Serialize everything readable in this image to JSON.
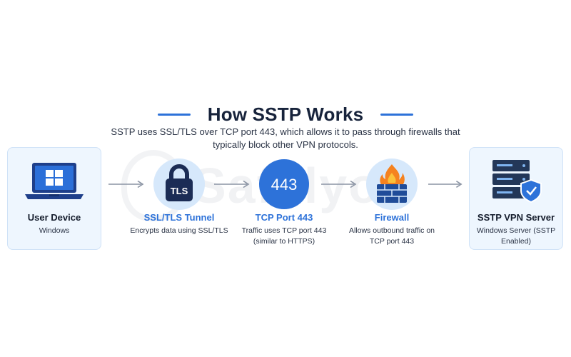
{
  "header": {
    "title": "How SSTP Works",
    "subtitle": "SSTP uses SSL/TLS over TCP port 443, which allows it to pass through firewalls that typically block other VPN protocols.",
    "accent_color": "#2d72d9"
  },
  "watermark": {
    "text": "Safelyo"
  },
  "nodes": [
    {
      "label": "User Device",
      "desc": "Windows",
      "icon": "laptop-windows-icon"
    },
    {
      "label": "SSL/TLS Tunnel",
      "desc": "Encrypts data using SSL/TLS",
      "icon": "padlock-icon",
      "badge": "TLS"
    },
    {
      "label": "TCP Port 443",
      "desc": "Traffic uses TCP port 443 (similar to HTTPS)",
      "icon": "port-443-icon",
      "badge": "443"
    },
    {
      "label": "Firewall",
      "desc": "Allows outbound traffic on TCP port 443",
      "icon": "firewall-icon"
    },
    {
      "label": "SSTP VPN Server",
      "desc": "Windows Server (SSTP Enabled)",
      "icon": "server-shield-icon"
    }
  ],
  "colors": {
    "label_blue": "#2d72d9",
    "label_dark": "#141c2c",
    "card_bg": "#eef6fe",
    "circle_bg": "#d6e8fb",
    "firewall_orange": "#f5821f"
  }
}
